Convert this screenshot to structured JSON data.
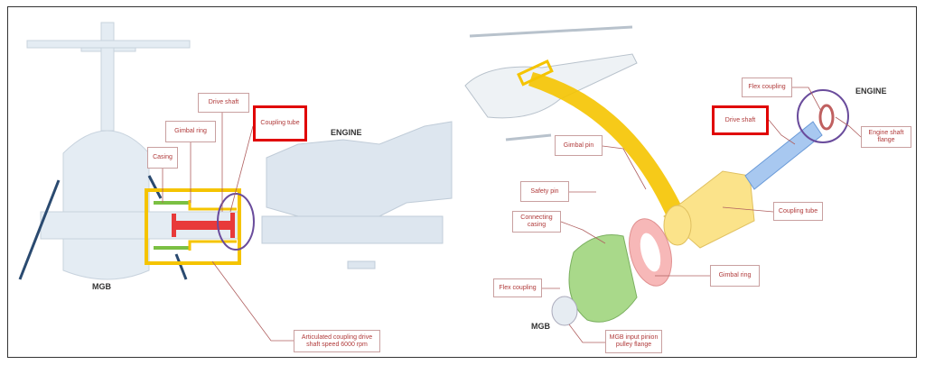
{
  "left_panel": {
    "labels": {
      "drive_shaft": "Drive shaft",
      "gimbal_ring": "Gimbal ring",
      "casing": "Casing",
      "coupling_tube": "Coupling tube",
      "articulated": "Articulated coupling drive shaft speed 6000 rpm"
    },
    "engine": "ENGINE",
    "mgb": "MGB"
  },
  "right_panel": {
    "labels": {
      "flex_coupling_top": "Flex coupling",
      "drive_shaft": "Drive shaft",
      "engine_shaft_flange": "Engine shaft flange",
      "gimbal_pin": "Gimbal pin",
      "safety_pin": "Safety pin",
      "connecting_casing": "Connecting casing",
      "coupling_tube": "Coupling tube",
      "gimbal_ring": "Gimbal ring",
      "flex_coupling_bottom": "Flex coupling",
      "mgb_input": "MGB input pinion pulley flange"
    },
    "engine": "ENGINE",
    "mgb": "MGB"
  },
  "colors": {
    "highlight": "#e00000",
    "yellow": "#f5c400",
    "purple": "#6a4c9c",
    "red_shaft": "#e83a3a",
    "green": "#7bc043"
  }
}
